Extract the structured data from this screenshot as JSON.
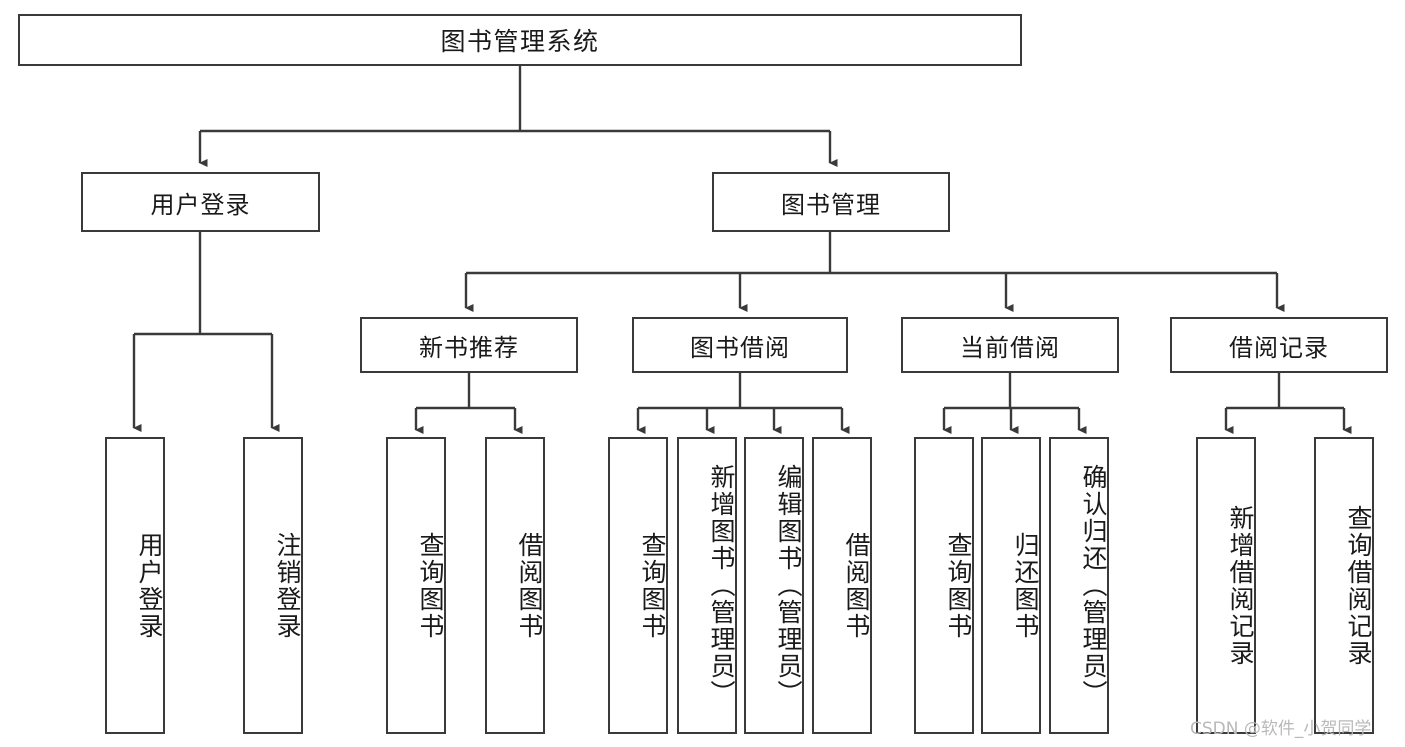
{
  "diagram": {
    "type": "tree",
    "title": "图书管理系统",
    "root": {
      "id": "root",
      "label": "图书管理系统",
      "orientation": "horizontal"
    },
    "level2": [
      {
        "id": "user-login",
        "label": "用户登录",
        "orientation": "horizontal"
      },
      {
        "id": "book-management",
        "label": "图书管理",
        "orientation": "horizontal"
      }
    ],
    "level3": [
      {
        "id": "new-book-recommend",
        "label": "新书推荐",
        "orientation": "horizontal",
        "parent": "book-management"
      },
      {
        "id": "book-borrow",
        "label": "图书借阅",
        "orientation": "horizontal",
        "parent": "book-management"
      },
      {
        "id": "current-borrow",
        "label": "当前借阅",
        "orientation": "horizontal",
        "parent": "book-management"
      },
      {
        "id": "borrow-record",
        "label": "借阅记录",
        "orientation": "horizontal",
        "parent": "book-management"
      }
    ],
    "leaves": [
      {
        "id": "leaf-user-login",
        "label": "用户登录",
        "parent": "user-login"
      },
      {
        "id": "leaf-user-logout",
        "label": "注销登录",
        "parent": "user-login"
      },
      {
        "id": "leaf-query-book-1",
        "label": "查询图书",
        "parent": "new-book-recommend"
      },
      {
        "id": "leaf-borrow-book-1",
        "label": "借阅图书",
        "parent": "new-book-recommend"
      },
      {
        "id": "leaf-query-book-2",
        "label": "查询图书",
        "parent": "book-borrow"
      },
      {
        "id": "leaf-add-book",
        "label": "新增图书（管理员）",
        "parent": "book-borrow"
      },
      {
        "id": "leaf-edit-book",
        "label": "编辑图书（管理员）",
        "parent": "book-borrow"
      },
      {
        "id": "leaf-borrow-book-2",
        "label": "借阅图书",
        "parent": "book-borrow"
      },
      {
        "id": "leaf-query-book-3",
        "label": "查询图书",
        "parent": "current-borrow"
      },
      {
        "id": "leaf-return-book",
        "label": "归还图书",
        "parent": "current-borrow"
      },
      {
        "id": "leaf-confirm-return",
        "label": "确认归还（管理员）",
        "parent": "current-borrow"
      },
      {
        "id": "leaf-add-record",
        "label": "新增借阅记录",
        "parent": "borrow-record"
      },
      {
        "id": "leaf-query-record",
        "label": "查询借阅记录",
        "parent": "borrow-record"
      }
    ],
    "watermark": "CSDN @软件_小贺同学",
    "colors": {
      "stroke": "#3a3a3a",
      "background": "#ffffff",
      "text": "#1a1a1a",
      "watermark": "#b9b9b9"
    }
  }
}
